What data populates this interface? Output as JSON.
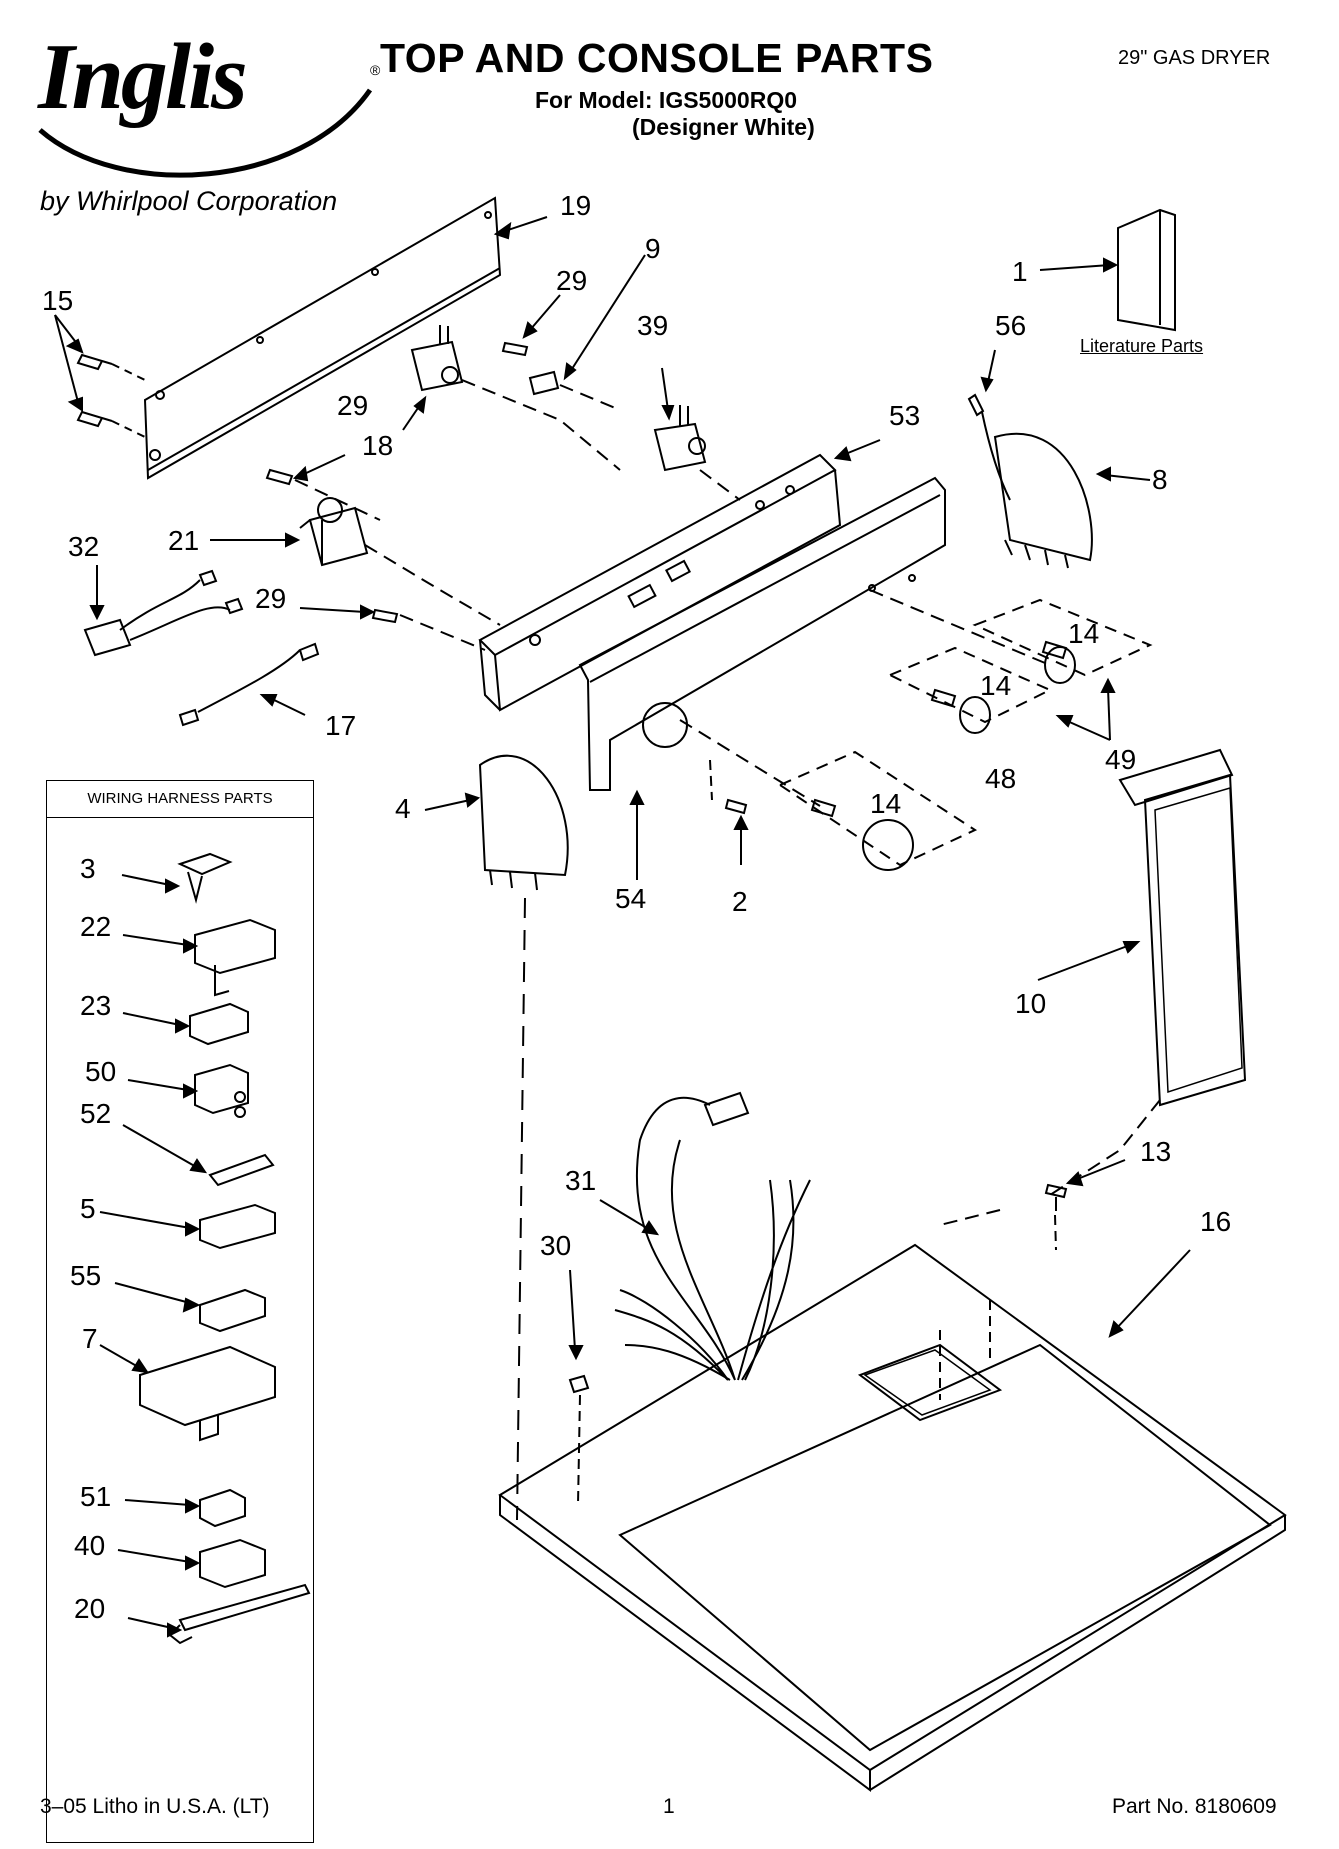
{
  "header": {
    "brand": "Inglis",
    "brand_mark": "®",
    "byline": "by Whirlpool Corporation",
    "title": "TOP AND CONSOLE PARTS",
    "model_line": "For Model: IGS5000RQ0",
    "color_line": "(Designer White)",
    "product_type": "29\" GAS DRYER"
  },
  "literature_label": "Literature Parts",
  "harness_box": {
    "title": "WIRING HARNESS PARTS",
    "callouts": [
      "3",
      "22",
      "23",
      "50",
      "52",
      "5",
      "55",
      "7",
      "51",
      "40",
      "20"
    ]
  },
  "callouts": [
    "19",
    "15",
    "29",
    "9",
    "39",
    "1",
    "56",
    "29",
    "18",
    "53",
    "8",
    "32",
    "21",
    "29",
    "14",
    "14",
    "17",
    "49",
    "4",
    "14",
    "48",
    "54",
    "2",
    "10",
    "13",
    "31",
    "16",
    "30"
  ],
  "footer": {
    "litho": "3–05 Litho in U.S.A. (LT)",
    "page": "1",
    "part_no": "Part No. 8180609"
  }
}
